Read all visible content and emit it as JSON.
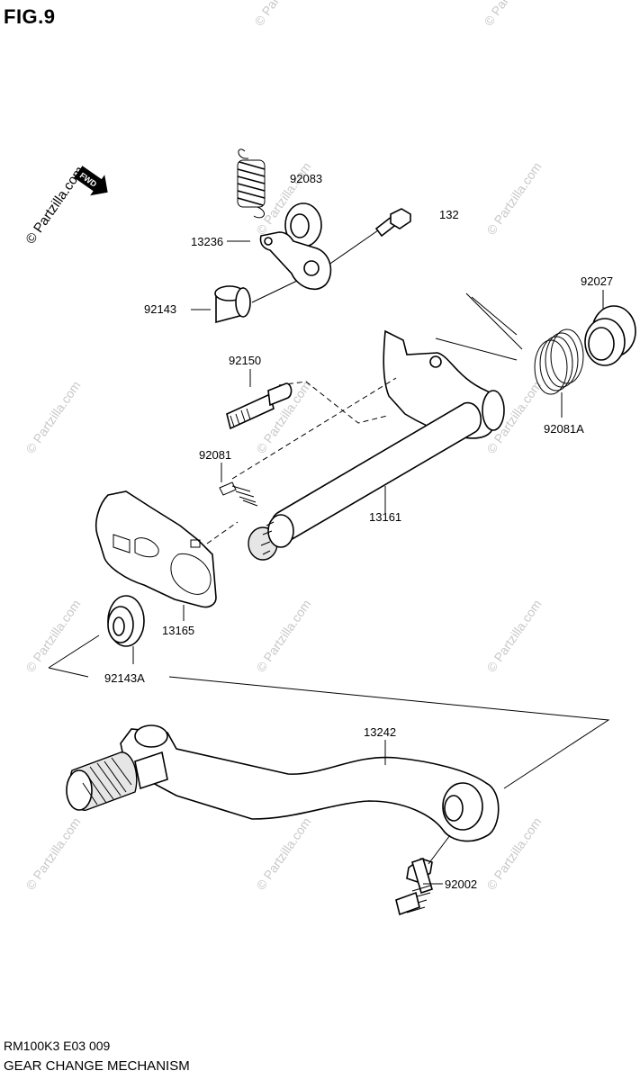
{
  "figure_label": "FIG.9",
  "footer": {
    "code": "RM100K3 E03  009",
    "name": "GEAR CHANGE MECHANISM"
  },
  "fwd_label": "FWD",
  "watermark": "© Partzilla.com",
  "parts": {
    "p92083": "92083",
    "p132": "132",
    "p13236": "13236",
    "p92143": "92143",
    "p92027": "92027",
    "p92150": "92150",
    "p92081A": "92081A",
    "p92081": "92081",
    "p13161": "13161",
    "p13165": "13165",
    "p92143A": "92143A",
    "p13242": "13242",
    "p92002": "92002"
  }
}
